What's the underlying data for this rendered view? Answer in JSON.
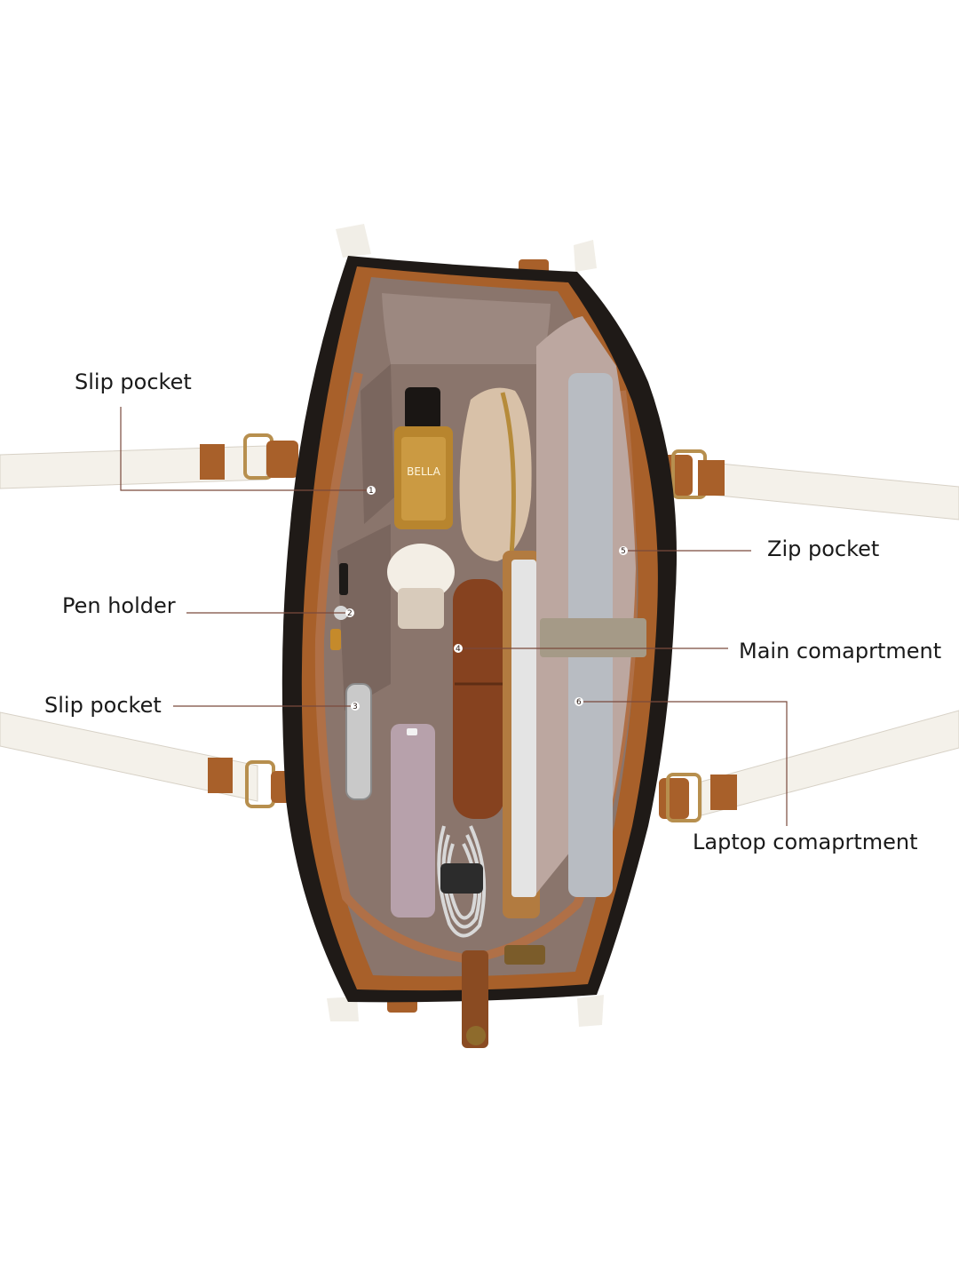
{
  "callouts": {
    "slip_pocket_top": "Slip pocket",
    "pen_holder": "Pen holder",
    "slip_pocket_bottom": "Slip pocket",
    "zip_pocket": "Zip pocket",
    "main_compartment": "Main comaprtment",
    "laptop_compartment": "Laptop comaprtment"
  },
  "markers": [
    "1",
    "2",
    "3",
    "4",
    "5",
    "6"
  ],
  "product_text": {
    "perfume_label": "BELLA"
  },
  "colors": {
    "leather_tan": "#a8602a",
    "leather_dark": "#1f1a17",
    "lining": "#8a756c",
    "strap_cream": "#f4f1ea",
    "leader_line": "#7a4a3c"
  }
}
